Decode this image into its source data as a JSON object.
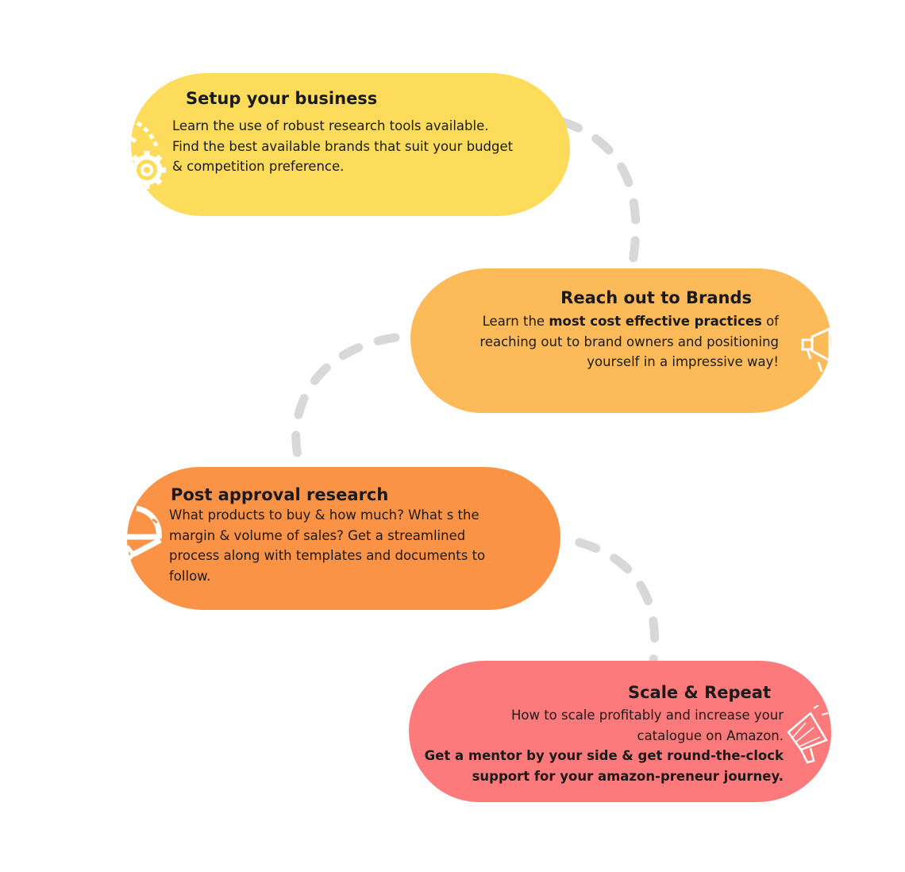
{
  "colors": {
    "step1": "#fcdc5a",
    "step2": "#fcbb58",
    "step3": "#fb9347",
    "step4": "#fc7a7b",
    "connector": "#d8d8d8",
    "icon": "#ffffff"
  },
  "steps": [
    {
      "title": "Setup your business",
      "lines": [
        "Learn the use of robust research tools available.",
        "Find the best available brands that suit your budget",
        "& competition preference."
      ],
      "icon": "gear-icon"
    },
    {
      "title": "Reach out to Brands",
      "line1_pre": "Learn the ",
      "line1_bold": "most cost effective practices",
      "line1_post": " of",
      "lines": [
        "reaching out to brand owners and positioning",
        "yourself in a impressive way!"
      ],
      "icon": "megaphone-icon"
    },
    {
      "title": "Post approval research",
      "lines": [
        "What products to buy & how much? What s the",
        "margin & volume of sales? Get a streamlined",
        "process along with templates and documents to",
        "follow."
      ],
      "icon": "refresh-arrow-icon"
    },
    {
      "title": "Scale & Repeat",
      "lines": [
        "How to scale profitably and increase your",
        "catalogue on Amazon."
      ],
      "bold_lines": [
        "Get a mentor by your side & get round-the-clock",
        "support for your amazon-preneur journey."
      ],
      "icon": "megaphone-icon"
    }
  ]
}
